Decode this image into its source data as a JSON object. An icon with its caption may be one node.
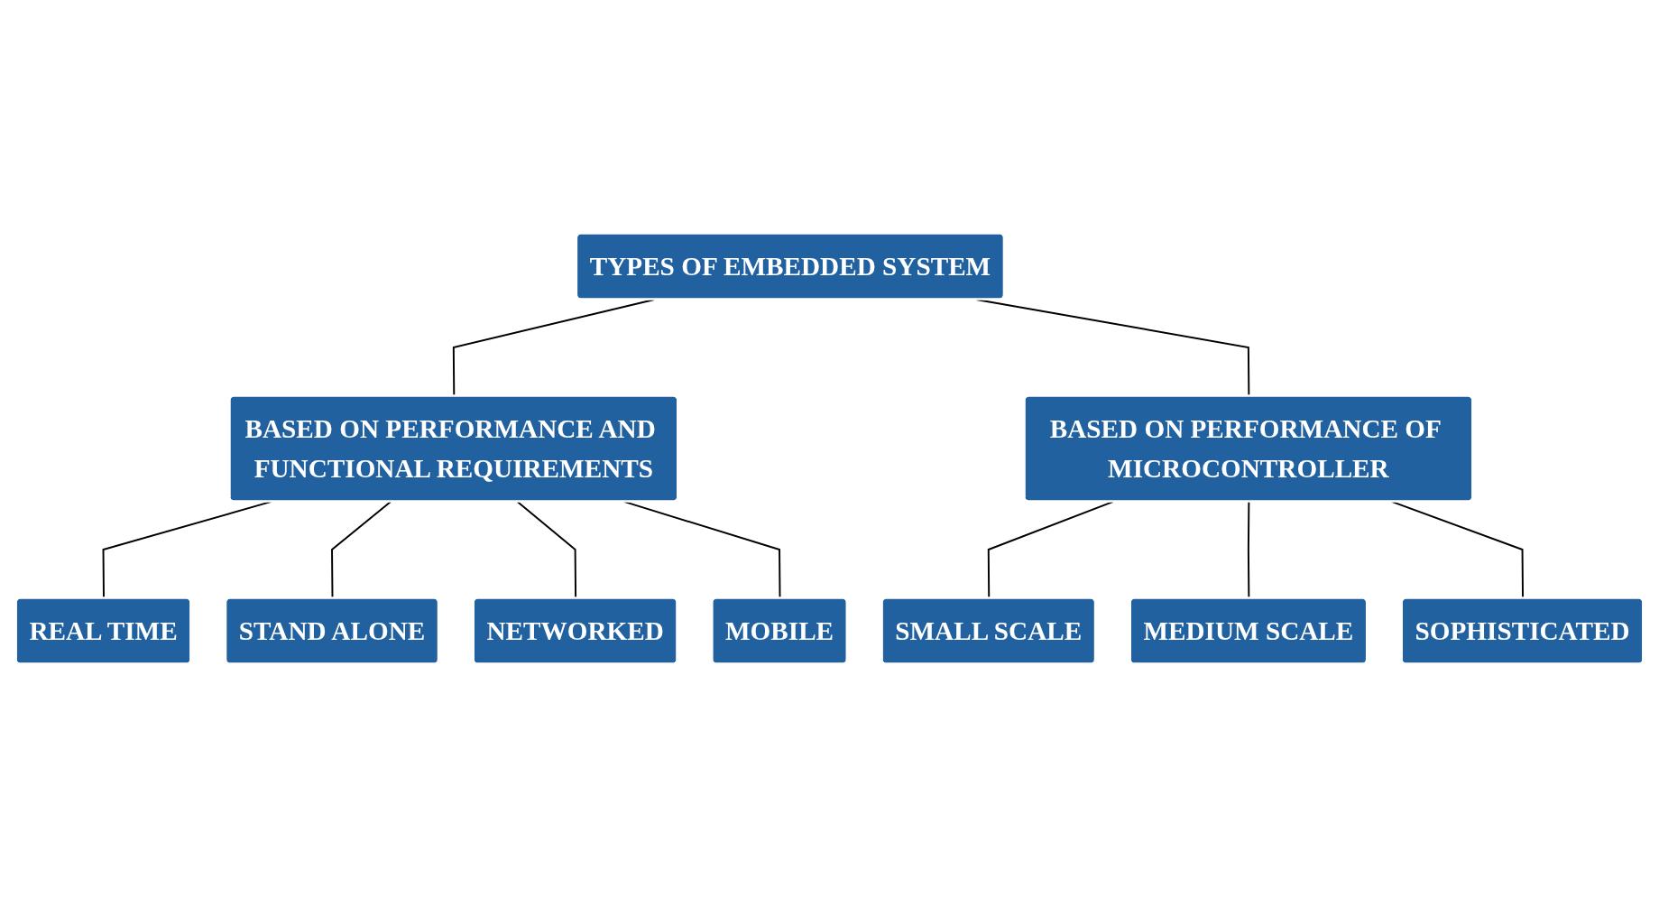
{
  "diagram": {
    "nodes": [
      {
        "text": [
          "TYPES OF EMBEDDED SYSTEM"
        ]
      },
      {
        "text": [
          "BASED ON PERFORMANCE AND FUNCTIONAL REQUIREMENTS"
        ]
      },
      {
        "text": [
          "BASED ON PERFORMANCE OF MICROCONTROLLER"
        ]
      },
      {
        "text": [
          "REAL TIME"
        ]
      },
      {
        "text": [
          "STAND ALONE"
        ]
      },
      {
        "text": [
          "NETWORKED"
        ]
      },
      {
        "text": [
          "MOBILE"
        ]
      },
      {
        "text": [
          "SMALL SCALE"
        ]
      },
      {
        "text": [
          "MEDIUM SCALE"
        ]
      },
      {
        "text": [
          "SOPHISTICATED"
        ]
      }
    ],
    "edges": [
      {
        "from": 0,
        "to": 1,
        "arrow": "none"
      },
      {
        "from": 0,
        "to": 2,
        "arrow": "none"
      },
      {
        "from": 1,
        "to": 3,
        "arrow": "none"
      },
      {
        "from": 1,
        "to": 4,
        "arrow": "none"
      },
      {
        "from": 1,
        "to": 5,
        "arrow": "none"
      },
      {
        "from": 1,
        "to": 6,
        "arrow": "none"
      },
      {
        "from": 2,
        "to": 7,
        "arrow": "none"
      },
      {
        "from": 2,
        "to": 8,
        "arrow": "none"
      },
      {
        "from": 2,
        "to": 9,
        "arrow": "none"
      }
    ]
  }
}
